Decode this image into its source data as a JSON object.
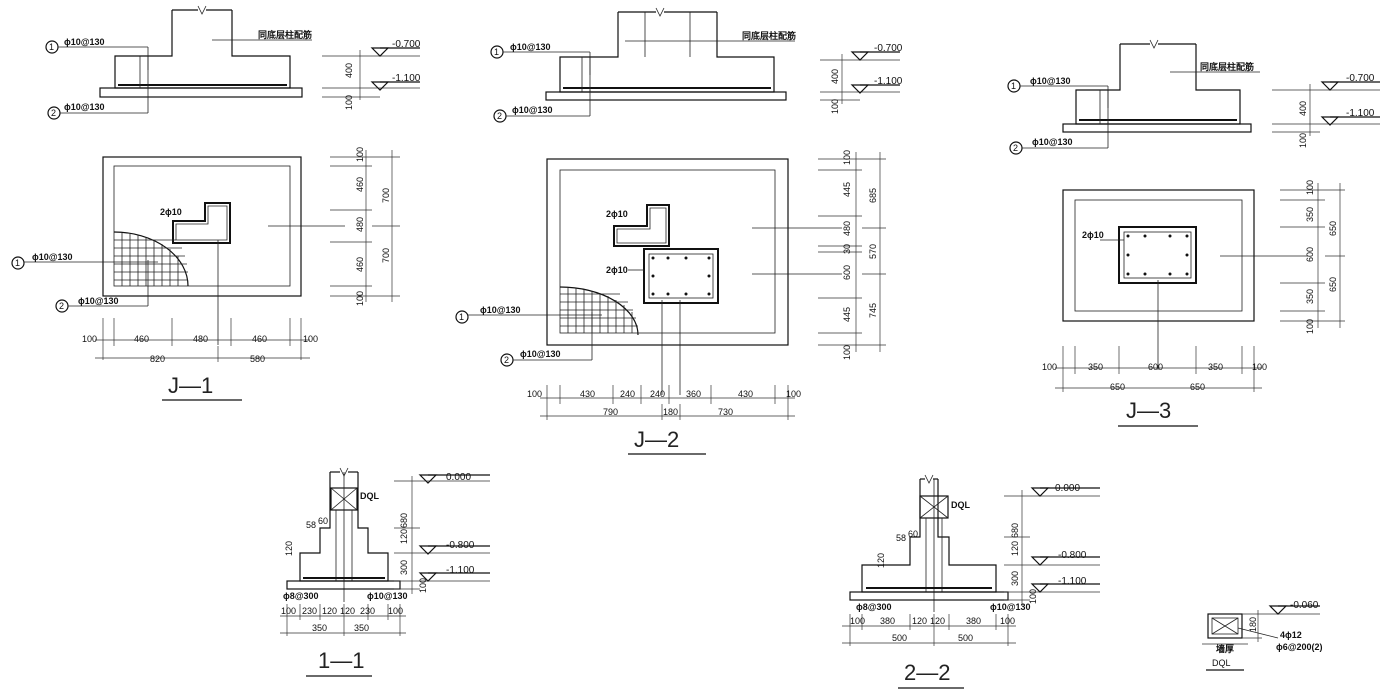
{
  "j1": {
    "rebar1_label": "ϕ10@130",
    "rebar2_label": "ϕ10@130",
    "note": "同底层柱配筋",
    "elev_top": "-0.700",
    "elev_bot": "-1.100",
    "sec_dim_400": "400",
    "sec_dim_100": "100",
    "plan_col_label": "2ϕ10",
    "plan_rebar1": "ϕ10@130",
    "plan_rebar2": "ϕ10@130",
    "right_dims": [
      "100",
      "460",
      "480",
      "460",
      "100"
    ],
    "right_dims2": [
      "700",
      "700"
    ],
    "bottom_dims": [
      "100",
      "460",
      "480",
      "460",
      "100"
    ],
    "bottom_dims2": [
      "820",
      "580"
    ],
    "title": "J—1",
    "mark1": "1",
    "mark2": "2"
  },
  "j2": {
    "rebar1_label": "ϕ10@130",
    "rebar2_label": "ϕ10@130",
    "note": "同底层柱配筋",
    "elev_top": "-0.700",
    "elev_bot": "-1.100",
    "sec_dim_400": "400",
    "sec_dim_100": "100",
    "plan_col1_label": "2ϕ10",
    "plan_col2_label": "2ϕ10",
    "plan_rebar1": "ϕ10@130",
    "plan_rebar2": "ϕ10@130",
    "right_dims": [
      "100",
      "445",
      "480",
      "30",
      "600",
      "445",
      "100"
    ],
    "right_dims2": [
      "685",
      "570",
      "745"
    ],
    "bottom_dims": [
      "100",
      "430",
      "240",
      "240",
      "360",
      "430",
      "100"
    ],
    "bottom_dims2": [
      "790",
      "180",
      "730"
    ],
    "title": "J—2",
    "mark1": "1",
    "mark2": "2"
  },
  "j3": {
    "rebar1_label": "ϕ10@130",
    "rebar2_label": "ϕ10@130",
    "note": "同底层柱配筋",
    "elev_top": "-0.700",
    "elev_bot": "-1.100",
    "sec_dim_400": "400",
    "sec_dim_100": "100",
    "plan_col_label": "2ϕ10",
    "right_dims": [
      "100",
      "350",
      "600",
      "350",
      "100"
    ],
    "right_dims2": [
      "650",
      "650"
    ],
    "bottom_dims": [
      "100",
      "350",
      "600",
      "350",
      "100"
    ],
    "bottom_dims2": [
      "650",
      "650"
    ],
    "title": "J—3",
    "mark1": "1",
    "mark2": "2"
  },
  "s11": {
    "beam": "DQL",
    "elev0": "0.000",
    "elev1": "-0.800",
    "elev2": "-1.100",
    "left_dims": [
      "120",
      "58",
      "60"
    ],
    "right_dims": [
      "680",
      "120",
      "300",
      "100"
    ],
    "rebar_left": "ϕ8@300",
    "rebar_right": "ϕ10@130",
    "bottom_dims": [
      "100",
      "230",
      "120",
      "120",
      "230",
      "100"
    ],
    "bottom_dims2": [
      "350",
      "350"
    ],
    "title": "1—1"
  },
  "s22": {
    "beam": "DQL",
    "elev0": "0.000",
    "elev1": "-0.800",
    "elev2": "-1.100",
    "left_dims": [
      "120",
      "58",
      "60"
    ],
    "right_dims": [
      "680",
      "120",
      "300",
      "100"
    ],
    "rebar_left": "ϕ8@300",
    "rebar_right": "ϕ10@130",
    "bottom_dims": [
      "100",
      "380",
      "120",
      "120",
      "380",
      "100"
    ],
    "bottom_dims2": [
      "500",
      "500"
    ],
    "title": "2—2"
  },
  "dql": {
    "elev": "-0.060",
    "dim": "180",
    "bar_top": "4ϕ12",
    "bar_stirrup": "ϕ6@200(2)",
    "wall": "墙厚",
    "name": "DQL"
  }
}
